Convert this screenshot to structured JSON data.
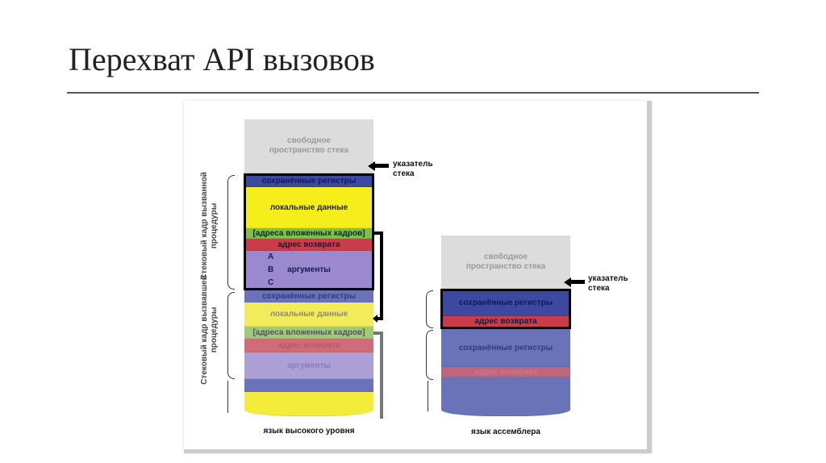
{
  "slide": {
    "title": "Перехват API вызовов"
  },
  "diagram": {
    "free_space": "свободное пространство стека",
    "stack_pointer": "указатель стека",
    "high_level": {
      "caption": "язык высокого уровня",
      "called_frame_label": "Стековый кадр вызванной процедуры",
      "caller_frame_label": "Стековый кадр вызвавшей процедуры",
      "saved_regs": "сохранённые регистры",
      "local_data": "локальные данные",
      "nested_frames": "[адреса вложенных кадров]",
      "return_address": "адрес возврата",
      "args": "аргументы",
      "arg_a": "A",
      "arg_b": "B",
      "arg_c": "C"
    },
    "assembler": {
      "caption": "язык ассемблера",
      "saved_regs": "сохранённые регистры",
      "return_address": "адрес возврата"
    }
  }
}
